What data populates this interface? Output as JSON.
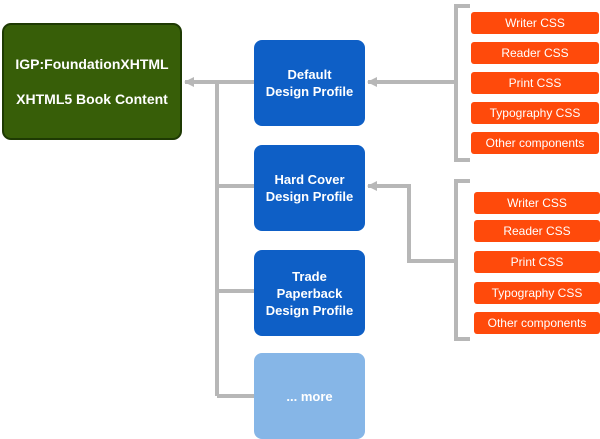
{
  "root": {
    "line1": "IGP:FoundationXHTML",
    "line2": "XHTML5 Book Content"
  },
  "profiles": [
    {
      "lines": [
        "Default",
        "Design Profile"
      ]
    },
    {
      "lines": [
        "Hard Cover",
        "Design Profile"
      ]
    },
    {
      "lines": [
        "Trade",
        "Paperback",
        "Design Profile"
      ]
    },
    {
      "lines": [
        "... more"
      ]
    }
  ],
  "component_groups": [
    {
      "items": [
        "Writer CSS",
        "Reader CSS",
        "Print CSS",
        "Typography CSS",
        "Other components"
      ]
    },
    {
      "items": [
        "Writer CSS",
        "Reader CSS",
        "Print CSS",
        "Typography CSS",
        "Other components"
      ]
    }
  ],
  "colors": {
    "root_fill": "#375e08",
    "profile_fill": "#0e5fc6",
    "more_fill": "#86b6e7",
    "component_fill": "#ff4a0b",
    "connector": "#b7b7b7"
  }
}
